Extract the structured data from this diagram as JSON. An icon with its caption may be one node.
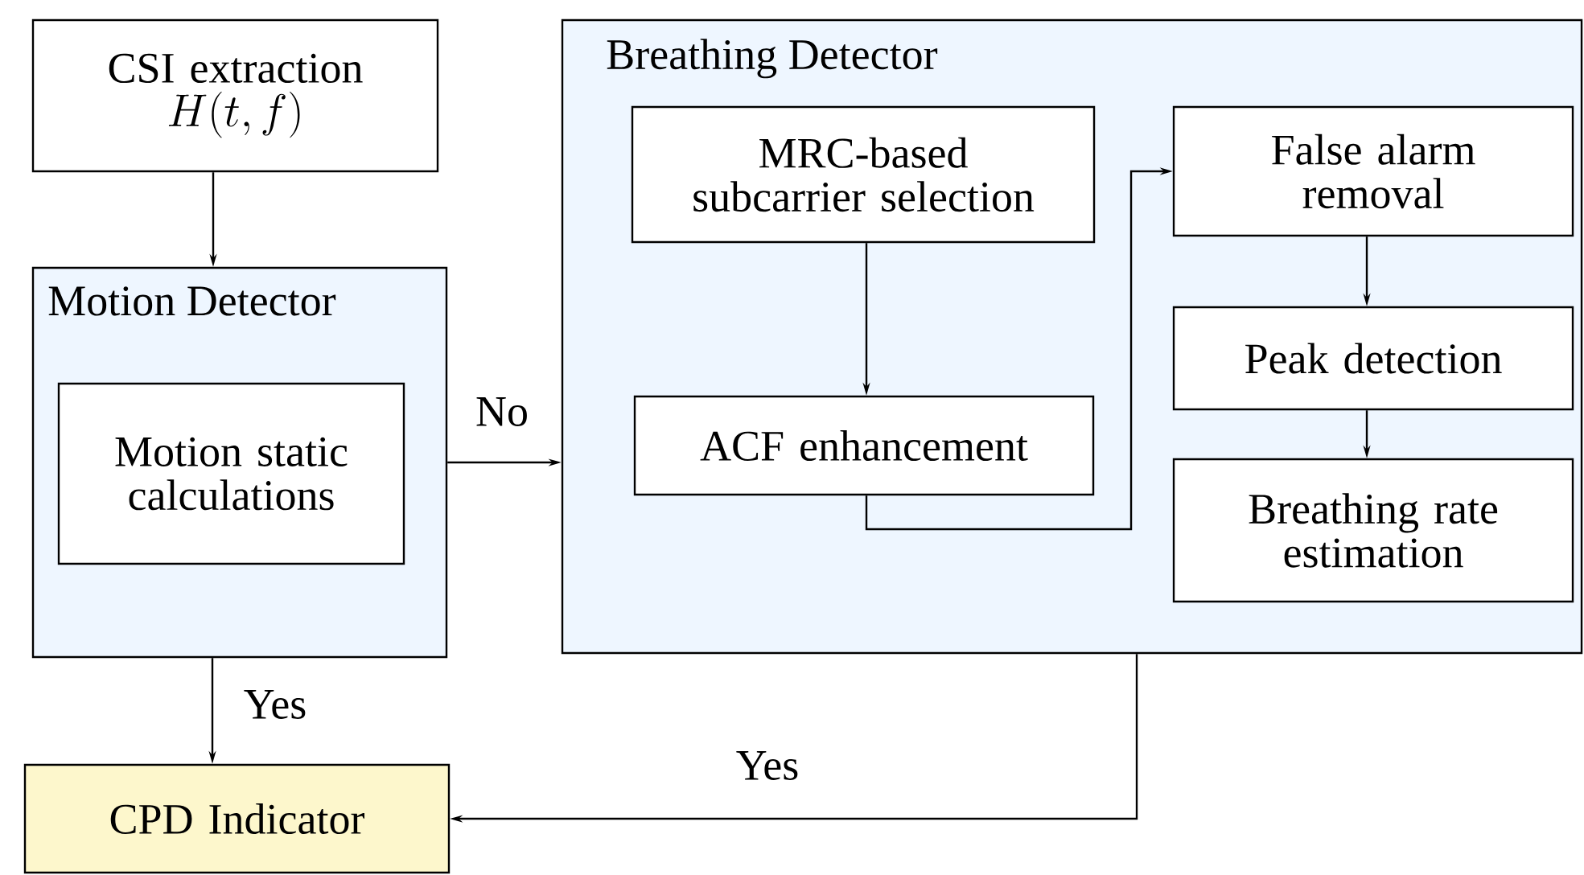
{
  "diagram": {
    "nodes": [
      {
        "text": [
          "CSI extraction",
          "H(t, f)"
        ]
      },
      {
        "text": [
          "Motion Detector"
        ]
      },
      {
        "text": [
          "Motion static calculations"
        ],
        "in": 1
      },
      {
        "text": [
          "CPD Indicator"
        ]
      },
      {
        "text": [
          "Breathing Detector"
        ]
      },
      {
        "text": [
          "MRC-based subcarrier selection"
        ],
        "in": 4
      },
      {
        "text": [
          "ACF enhancement"
        ],
        "in": 4
      },
      {
        "text": [
          "False alarm removal"
        ],
        "in": 4
      },
      {
        "text": [
          "Peak detection"
        ],
        "in": 4
      },
      {
        "text": [
          "Breathing rate estimation"
        ],
        "in": 4
      }
    ],
    "edges": [
      {
        "from": 0,
        "to": 1,
        "arrow": "to"
      },
      {
        "from": 1,
        "to": 4,
        "arrow": "to",
        "label": "No"
      },
      {
        "from": 1,
        "to": 3,
        "arrow": "to",
        "label": "Yes"
      },
      {
        "from": 4,
        "to": 3,
        "arrow": "to",
        "label": "Yes"
      },
      {
        "from": 5,
        "to": 6,
        "arrow": "to"
      },
      {
        "from": 6,
        "to": 7,
        "arrow": "to"
      },
      {
        "from": 7,
        "to": 8,
        "arrow": "to"
      },
      {
        "from": 8,
        "to": 9,
        "arrow": "to"
      }
    ]
  }
}
